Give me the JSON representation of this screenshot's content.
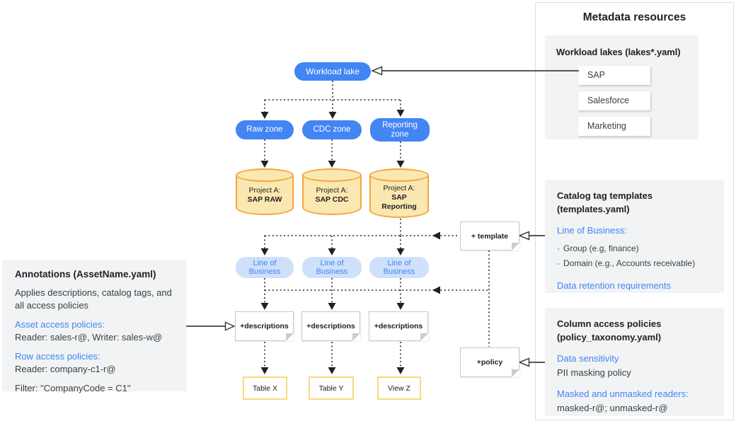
{
  "colors": {
    "accent_blue": "#4285F4",
    "light_blue_pill_bg": "#CFE0FB",
    "cylinder_fill": "#FBE7B0",
    "cylinder_border": "#F1A73E",
    "output_box_border": "#FAD97E",
    "panel_gray_bg": "#F1F3F4",
    "panel_border": "#D9DCE0",
    "line_color": "#202124",
    "text_dark": "#202124",
    "text_body": "#3C4043"
  },
  "diagram": {
    "workload_lake": "Workload lake",
    "zones": [
      "Raw zone",
      "CDC zone",
      "Reporting zone"
    ],
    "projects": [
      {
        "prefix": "Project A:",
        "name": "SAP RAW"
      },
      {
        "prefix": "Project A:",
        "name": "SAP CDC"
      },
      {
        "prefix": "Project A:",
        "name": "SAP Reporting"
      }
    ],
    "lob": "Line of Business",
    "descriptions_note": "+descriptions",
    "template_note": "+ template",
    "policy_note": "+policy",
    "outputs": [
      "Table X",
      "Table Y",
      "View Z"
    ]
  },
  "annotations_panel": {
    "heading": "Annotations (AssetName.yaml)",
    "body": "Applies descriptions, catalog tags, and all access policies",
    "asset_label": "Asset access policies:",
    "asset_value": "Reader: sales-r@, Writer: sales-w@",
    "row_label": "Row access policies:",
    "row_value": "Reader: company-c1-r@",
    "filter_value": "Filter: \"CompanyCode = C1\""
  },
  "metadata_panel": {
    "title": "Metadata resources",
    "workload_lakes": {
      "heading": "Workload lakes (lakes*.yaml)",
      "items": [
        "SAP",
        "Salesforce",
        "Marketing"
      ]
    },
    "catalog_templates": {
      "heading": "Catalog tag templates (templates.yaml)",
      "lob_label": "Line of Business:",
      "bullet_char": "-",
      "bullets": [
        "Group (e.g, finance)",
        "Domain (e.g., Accounts receivable)"
      ],
      "retention_label": "Data retention requirements"
    },
    "column_policies": {
      "heading": "Column access policies (policy_taxonomy.yaml)",
      "sensitivity_label": "Data sensitivity",
      "sensitivity_value": "PII masking policy",
      "readers_label": "Masked and unmasked readers:",
      "readers_value": "masked-r@; unmasked-r@"
    }
  }
}
